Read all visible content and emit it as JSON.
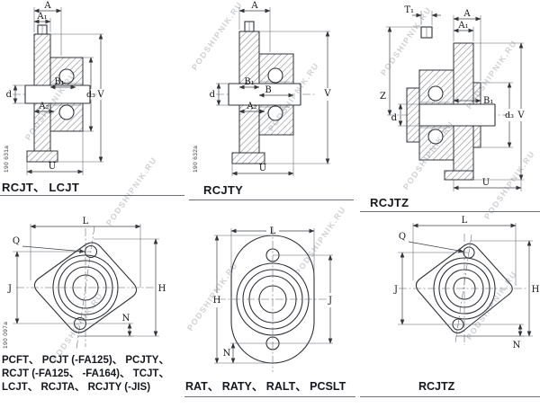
{
  "watermark": {
    "text": "PODSHIPNIK.RU"
  },
  "views": {
    "v1": {
      "caption": "RCJT、 LCJT",
      "stamp": "190 631a",
      "dims": {
        "A": "A",
        "A1": "A₁",
        "B1": "B₁",
        "A2": "A₂",
        "d": "d",
        "d3": "d₃",
        "V": "V",
        "U": "U"
      }
    },
    "v2": {
      "caption": "RCJTY",
      "stamp": "190 632a",
      "dims": {
        "A": "A",
        "B": "B",
        "B1": "B₁",
        "A2": "A₂",
        "d": "d",
        "V": "V",
        "U": "U"
      }
    },
    "v3": {
      "caption": "RCJTZ",
      "dims": {
        "T1": "T₁",
        "A": "A",
        "A1": "A₁",
        "B1": "B₁",
        "Z": "Z",
        "d": "d",
        "d3": "d₃",
        "V": "V",
        "U": "U"
      }
    },
    "v4": {
      "stamp": "190 097a",
      "dims": {
        "L": "L",
        "Q": "Q",
        "J": "J",
        "H": "H",
        "N": "N"
      }
    },
    "v5": {
      "dims": {
        "L": "L",
        "H": "H",
        "J": "J",
        "N": "N"
      }
    },
    "v6": {
      "dims": {
        "L": "L",
        "Q": "Q",
        "J": "J",
        "H": "H",
        "N": "N"
      }
    }
  },
  "footer": {
    "left_lines": [
      "PCFT、 PCJT (-FA125)、 PCJTY、",
      "RCJT (-FA125、 -FA164)、 TCJT、",
      "LCJT、 RCJTA、 RCJTY (-JIS)"
    ],
    "middle": "RAT、 RATY、 RALT、 PCSLT",
    "right": "RCJTZ"
  }
}
